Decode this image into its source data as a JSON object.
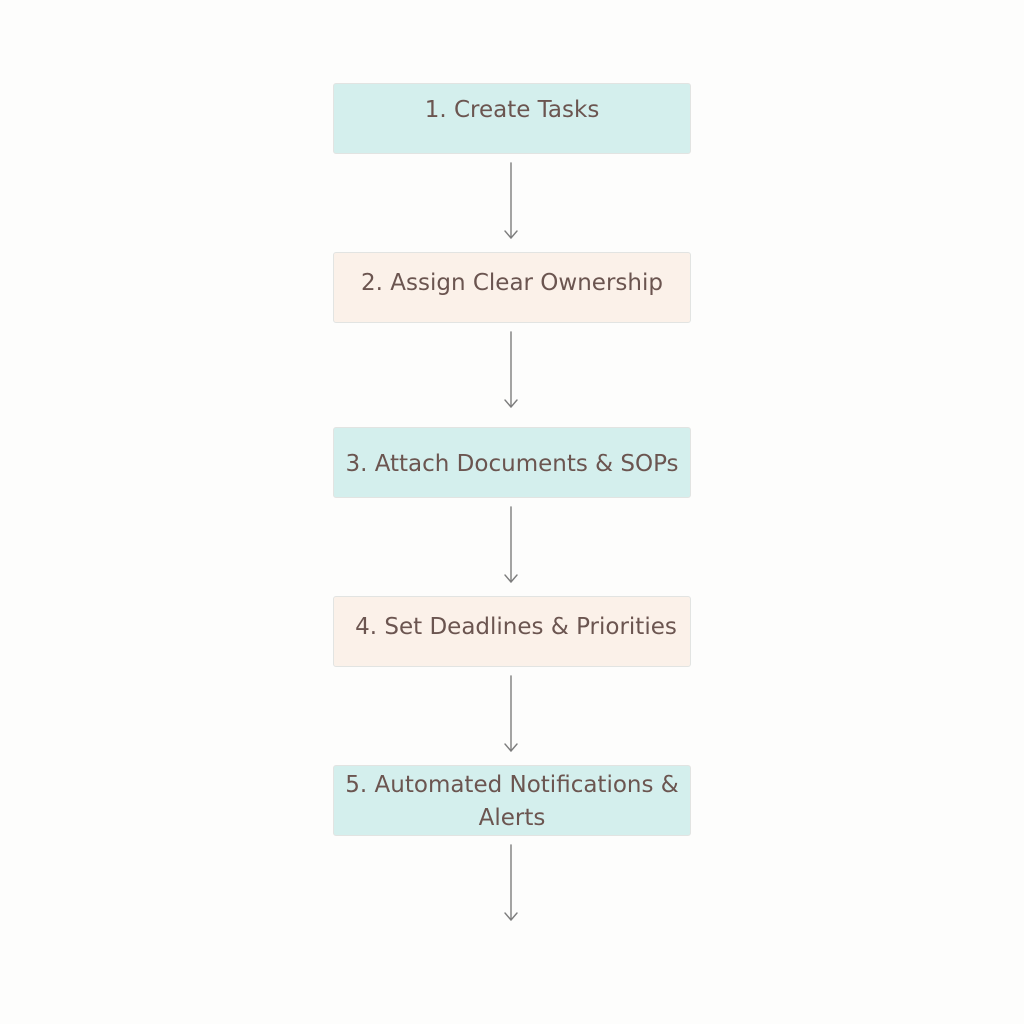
{
  "diagram": {
    "steps": [
      {
        "label": "1. Create Tasks",
        "color": "#d4efed"
      },
      {
        "label": "2. Assign Clear Ownership",
        "color": "#fbf1e9"
      },
      {
        "label": "3. Attach Documents & SOPs",
        "color": "#d4efed"
      },
      {
        "label": "4. Set Deadlines & Priorities",
        "color": "#fbf1e9"
      },
      {
        "label": "5. Automated Notifications & Alerts",
        "color": "#d4efed"
      }
    ],
    "connector_color": "#7d7d7d"
  }
}
